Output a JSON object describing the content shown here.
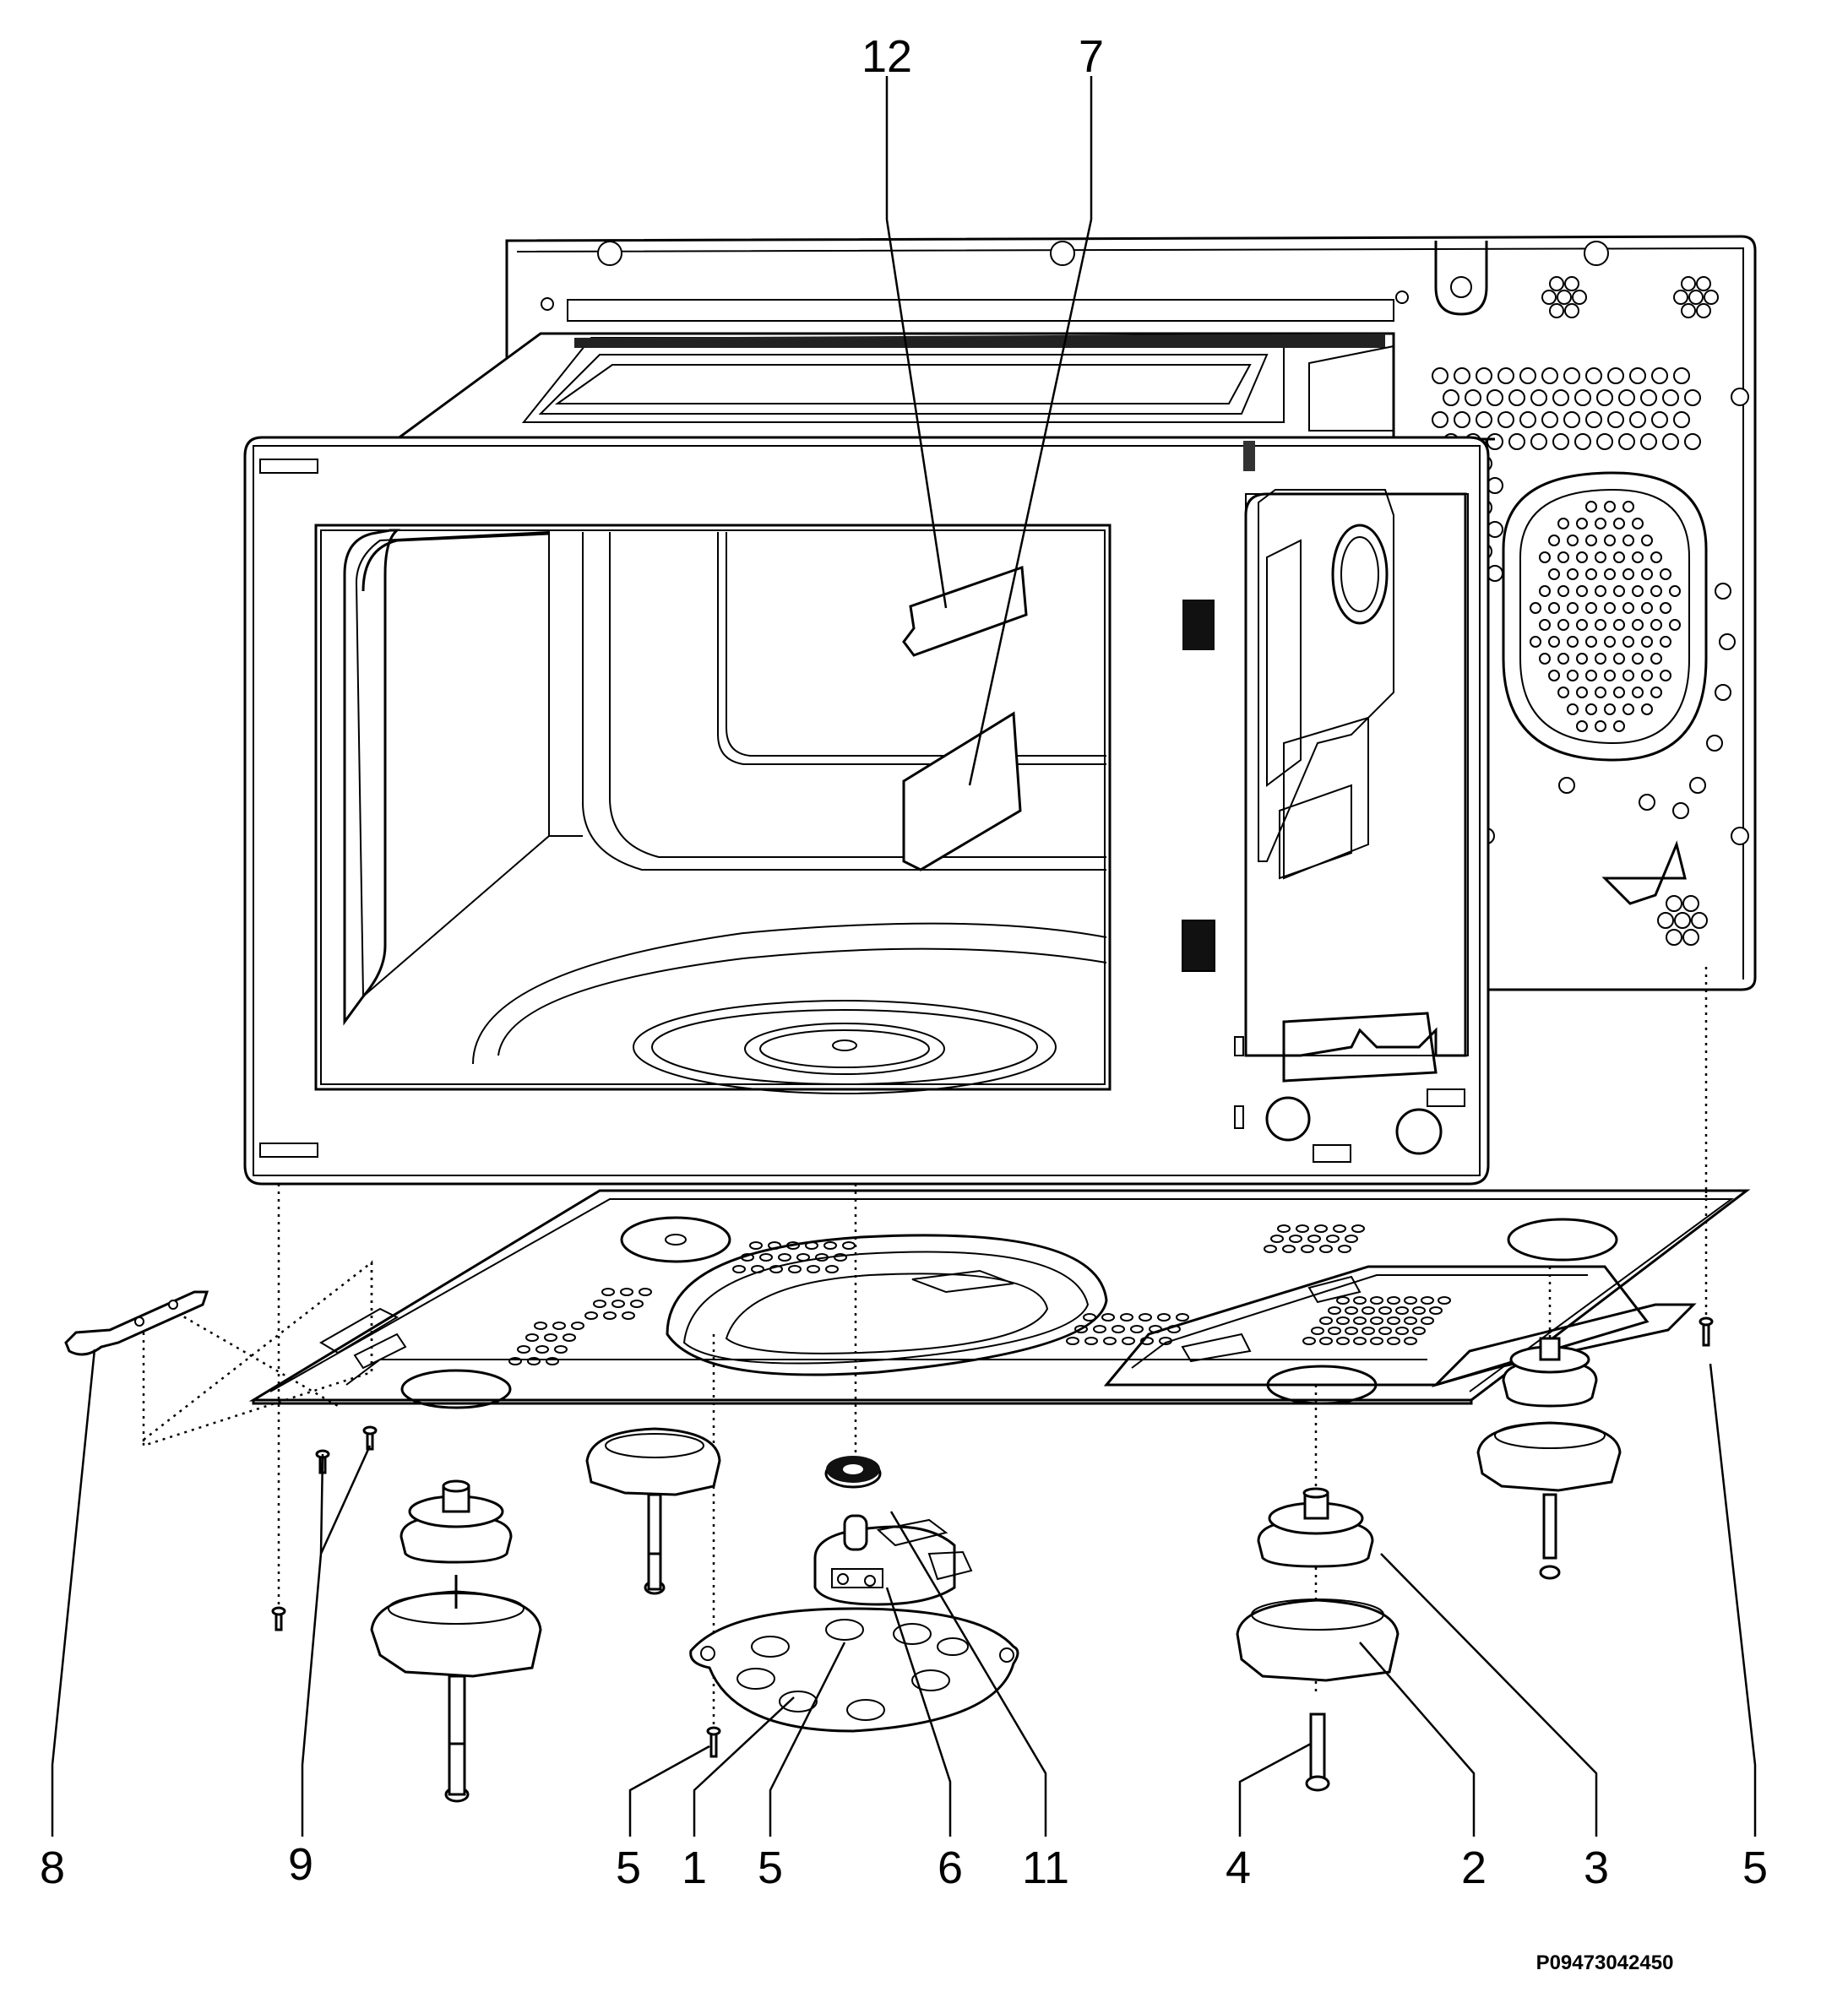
{
  "diagram": {
    "drawing_number": "P09473042450",
    "callouts": [
      {
        "id": "c12a",
        "label": "12"
      },
      {
        "id": "c7",
        "label": "7"
      },
      {
        "id": "c8",
        "label": "8"
      },
      {
        "id": "c9",
        "label": "9"
      },
      {
        "id": "c5a",
        "label": "5"
      },
      {
        "id": "c1",
        "label": "1"
      },
      {
        "id": "c5b",
        "label": "5"
      },
      {
        "id": "c6",
        "label": "6"
      },
      {
        "id": "c11",
        "label": "11"
      },
      {
        "id": "c4",
        "label": "4"
      },
      {
        "id": "c2",
        "label": "2"
      },
      {
        "id": "c3",
        "label": "3"
      },
      {
        "id": "c5c",
        "label": "5"
      }
    ]
  }
}
